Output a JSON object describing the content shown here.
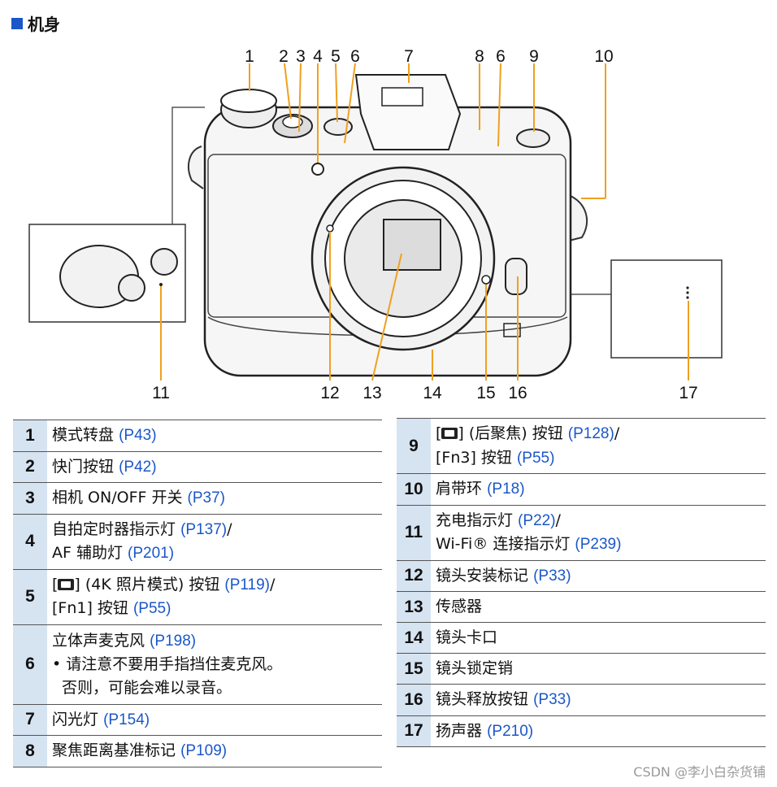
{
  "section_title": "机身",
  "figure": {
    "callout_numbers": [
      "1",
      "2",
      "3",
      "4",
      "5",
      "6",
      "7",
      "8",
      "6",
      "9",
      "10",
      "11",
      "12",
      "13",
      "14",
      "15",
      "16",
      "17"
    ]
  },
  "left_rows": [
    {
      "num": "1",
      "line1": "模式转盘",
      "ref1": "(P43)"
    },
    {
      "num": "2",
      "line1": "快门按钮",
      "ref1": "(P42)"
    },
    {
      "num": "3",
      "line1": "相机 ON/OFF 开关",
      "ref1": "(P37)"
    },
    {
      "num": "4",
      "line1": "自拍定时器指示灯",
      "ref1": "(P137)",
      "line2": "AF 辅助灯",
      "ref2": "(P201)"
    },
    {
      "num": "5",
      "pre1": "[",
      "post1": "] (4K 照片模式) 按钮",
      "ref1": "(P119)",
      "line2": "[Fn1] 按钮",
      "ref2": "(P55)"
    },
    {
      "num": "6",
      "line1": "立体声麦克风",
      "ref1": "(P198)",
      "note1": "• 请注意不要用手指挡住麦克风。",
      "note2": "否则，可能会难以录音。"
    },
    {
      "num": "7",
      "line1": "闪光灯",
      "ref1": "(P154)"
    },
    {
      "num": "8",
      "line1": "聚焦距离基准标记",
      "ref1": "(P109)"
    }
  ],
  "right_rows": [
    {
      "num": "9",
      "pre1": "[",
      "post1": "] (后聚焦) 按钮",
      "ref1": "(P128)",
      "line2": "[Fn3] 按钮",
      "ref2": "(P55)"
    },
    {
      "num": "10",
      "line1": "肩带环",
      "ref1": "(P18)"
    },
    {
      "num": "11",
      "line1": "充电指示灯",
      "ref1": "(P22)",
      "line2": "Wi-Fi® 连接指示灯",
      "ref2": "(P239)"
    },
    {
      "num": "12",
      "line1": "镜头安装标记",
      "ref1": "(P33)"
    },
    {
      "num": "13",
      "line1": "传感器"
    },
    {
      "num": "14",
      "line1": "镜头卡口"
    },
    {
      "num": "15",
      "line1": "镜头锁定销"
    },
    {
      "num": "16",
      "line1": "镜头释放按钮",
      "ref1": "(P33)"
    },
    {
      "num": "17",
      "line1": "扬声器",
      "ref1": "(P210)"
    }
  ],
  "watermark": "CSDN @李小白杂货铺",
  "colors": {
    "accent": "#1a57c8",
    "callout_line": "#f0a020",
    "number_cell": "#d6e3f1"
  }
}
